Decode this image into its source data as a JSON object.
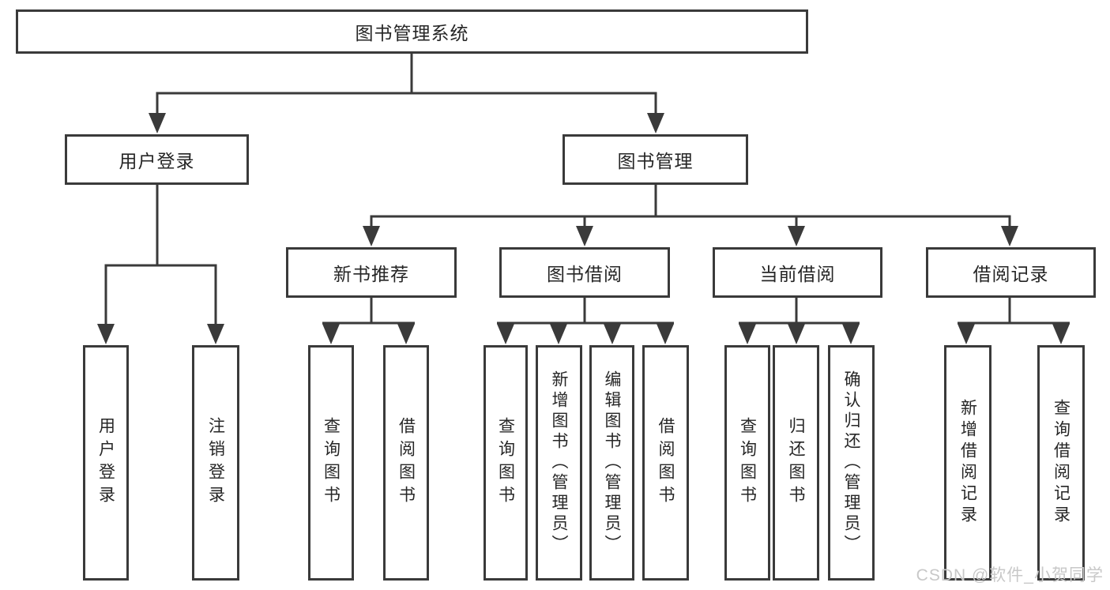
{
  "tree": {
    "label": "图书管理系统",
    "children": [
      {
        "label": "用户登录",
        "children": [
          {
            "label": "用户登录"
          },
          {
            "label": "注销登录"
          }
        ]
      },
      {
        "label": "图书管理",
        "children": [
          {
            "label": "新书推荐",
            "children": [
              {
                "label": "查询图书"
              },
              {
                "label": "借阅图书"
              }
            ]
          },
          {
            "label": "图书借阅",
            "children": [
              {
                "label": "查询图书"
              },
              {
                "label": "新增图书（管理员）"
              },
              {
                "label": "编辑图书（管理员）"
              },
              {
                "label": "借阅图书"
              }
            ]
          },
          {
            "label": "当前借阅",
            "children": [
              {
                "label": "查询图书"
              },
              {
                "label": "归还图书"
              },
              {
                "label": "确认归还（管理员）"
              }
            ]
          },
          {
            "label": "借阅记录",
            "children": [
              {
                "label": "新增借阅记录"
              },
              {
                "label": "查询借阅记录"
              }
            ]
          }
        ]
      }
    ]
  },
  "watermark": {
    "text": "CSDN @软件_小贺同学"
  },
  "colors": {
    "line": "#3a3a3a",
    "text": "#262626",
    "box_background": "#ffffff",
    "page_background": "#ffffff",
    "watermark": "#c8c8c8"
  }
}
